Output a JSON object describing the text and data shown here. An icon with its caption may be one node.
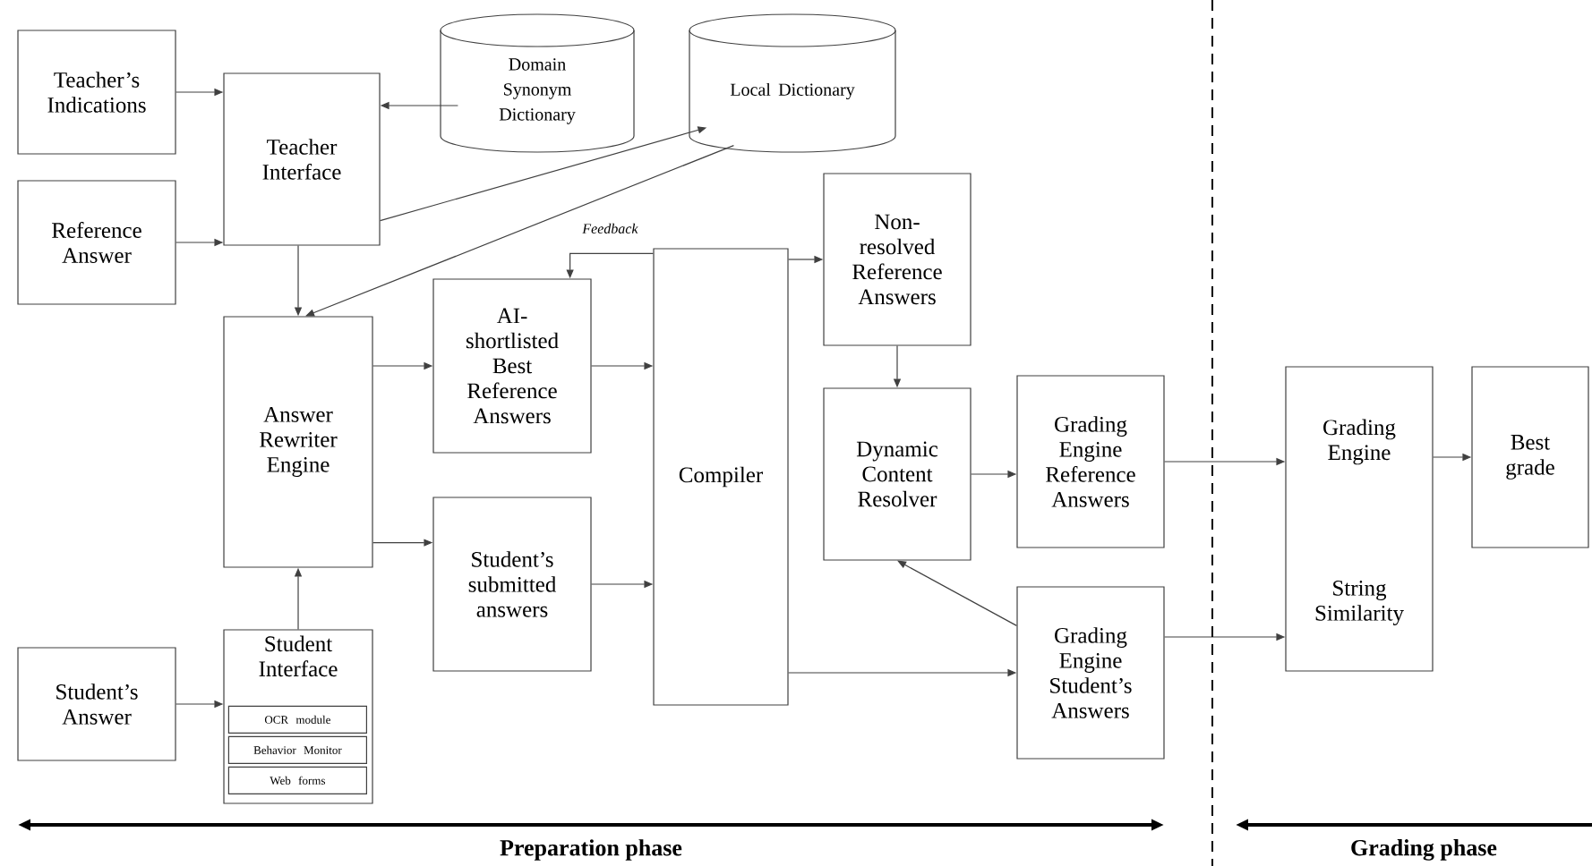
{
  "diagram": {
    "nodes": [
      {
        "text": [
          "Teacher’s Indications"
        ]
      },
      {
        "text": [
          "Reference Answer"
        ]
      },
      {
        "text": [
          "Teacher Interface"
        ]
      },
      {
        "text": [
          "Domain Synonym Dictionary"
        ]
      },
      {
        "text": [
          "Local Dictionary"
        ]
      },
      {
        "text": [
          "Answer Rewriter Engine"
        ]
      },
      {
        "text": [
          "AI-shortlisted Best Reference Answers"
        ]
      },
      {
        "text": [
          "Student’s submitted answers"
        ]
      },
      {
        "text": [
          "Student Interface"
        ]
      },
      {
        "text": [
          "OCR module"
        ],
        "in": 8
      },
      {
        "text": [
          "Behavior Monitor"
        ],
        "in": 8
      },
      {
        "text": [
          "Web forms"
        ],
        "in": 8
      },
      {
        "text": [
          "Student’s Answer"
        ]
      },
      {
        "text": [
          "Compiler"
        ]
      },
      {
        "text": [
          "Non-resolved Reference Answers"
        ]
      },
      {
        "text": [
          "Dynamic Content Resolver"
        ]
      },
      {
        "text": [
          "Grading Engine Reference Answers"
        ]
      },
      {
        "text": [
          "Grading Engine Student’s Answers"
        ]
      },
      {
        "text": [
          "Grading Engine",
          "String Similarity"
        ]
      },
      {
        "text": [
          "Best grade"
        ]
      }
    ],
    "edges": [
      {
        "from": 0,
        "to": 2,
        "arrow": "to"
      },
      {
        "from": 1,
        "to": 2,
        "arrow": "to"
      },
      {
        "from": 3,
        "to": 2,
        "arrow": "to"
      },
      {
        "from": 2,
        "to": 4,
        "arrow": "to"
      },
      {
        "from": 4,
        "to": 5,
        "arrow": "to"
      },
      {
        "from": 2,
        "to": 5,
        "arrow": "to"
      },
      {
        "from": 12,
        "to": 8,
        "arrow": "to"
      },
      {
        "from": 8,
        "to": 5,
        "arrow": "to"
      },
      {
        "from": 5,
        "to": 6,
        "arrow": "to"
      },
      {
        "from": 5,
        "to": 7,
        "arrow": "to"
      },
      {
        "from": 6,
        "to": 13,
        "arrow": "to"
      },
      {
        "from": 7,
        "to": 13,
        "arrow": "to"
      },
      {
        "from": 13,
        "to": 6,
        "arrow": "to",
        "label": "Feedback"
      },
      {
        "from": 13,
        "to": 14,
        "arrow": "to"
      },
      {
        "from": 13,
        "to": 17,
        "arrow": "to"
      },
      {
        "from": 14,
        "to": 15,
        "arrow": "to"
      },
      {
        "from": 15,
        "to": 16,
        "arrow": "to"
      },
      {
        "from": 17,
        "to": 15,
        "arrow": "to"
      },
      {
        "from": 16,
        "to": 18,
        "arrow": "to"
      },
      {
        "from": 17,
        "to": 18,
        "arrow": "to"
      },
      {
        "from": 18,
        "to": 19,
        "arrow": "to"
      }
    ],
    "labels": [
      "Preparation phase",
      "Grading phase"
    ]
  }
}
